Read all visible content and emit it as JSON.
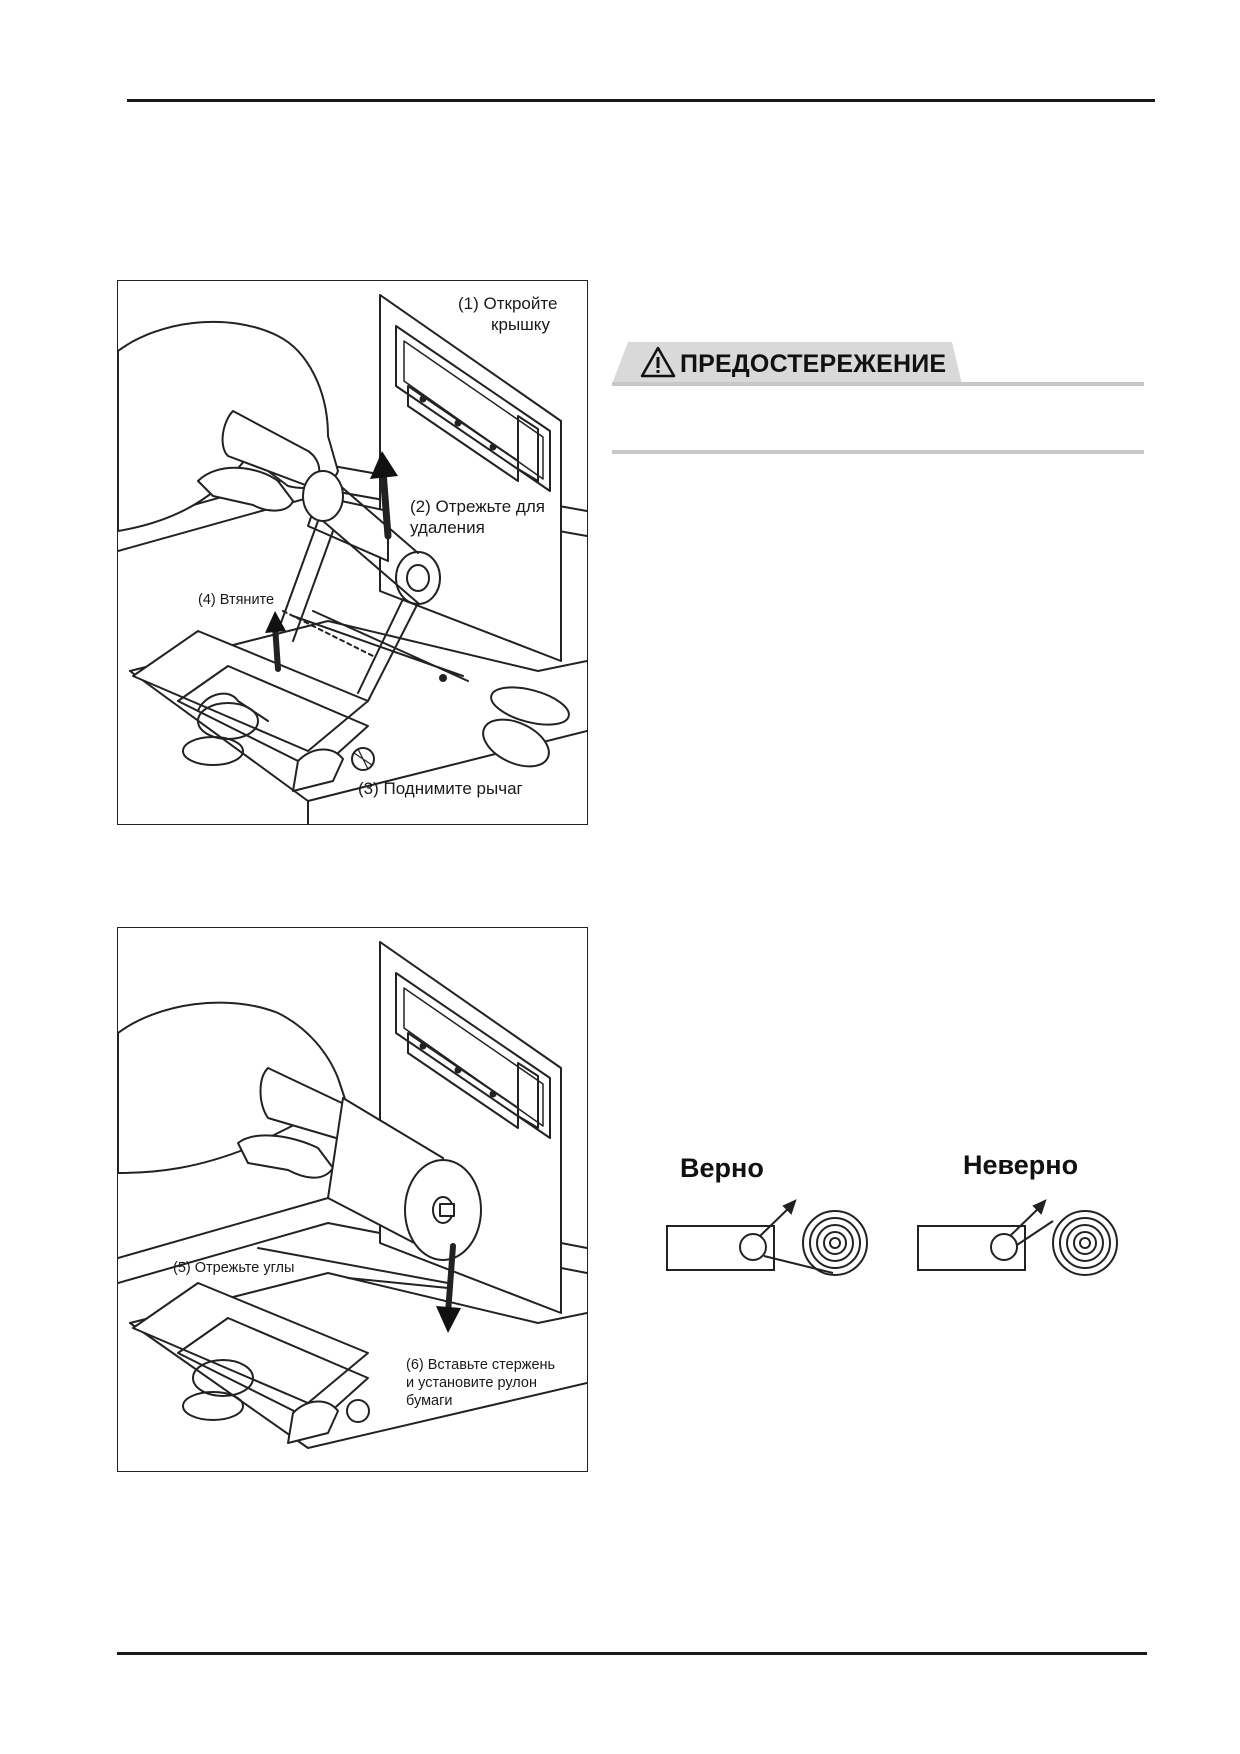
{
  "figure1": {
    "step1": "(1) Откройте\n       крышку",
    "step2": "(2) Отрежьте для\nудаления",
    "step3": "(3) Поднимите рычаг",
    "step4": "(4) Втяните"
  },
  "caution": {
    "title": "ПРЕДОСТЕРЕЖЕНИЕ",
    "icon": "warning-triangle-icon"
  },
  "figure2": {
    "step5": "(5) Отрежьте углы",
    "step6": "(6) Вставьте стержень\nи установите рулон\nбумаги"
  },
  "roll_orientation": {
    "correct_label": "Верно",
    "incorrect_label": "Неверно"
  }
}
